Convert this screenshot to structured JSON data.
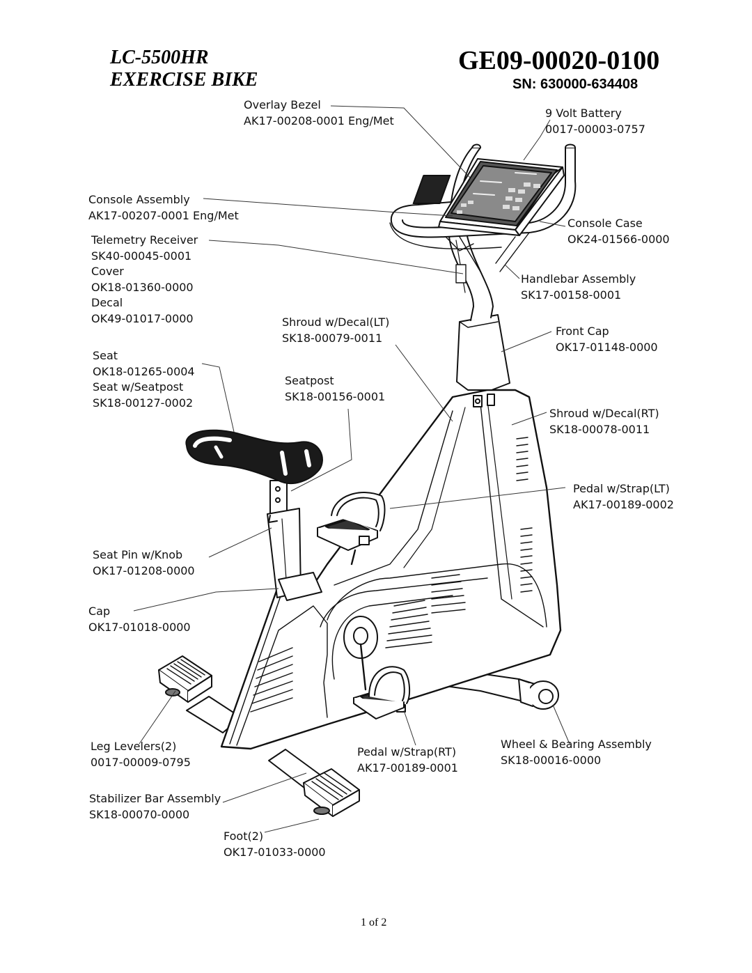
{
  "header": {
    "model": "LC-5500HR",
    "product": "EXERCISE BIKE",
    "doc_number": "GE09-00020-0100",
    "serial": "SN: 630000-634408"
  },
  "parts": {
    "overlay_bezel": {
      "name": "Overlay Bezel",
      "number": "AK17-00208-0001 Eng/Met"
    },
    "battery": {
      "name": "9 Volt Battery",
      "number": "0017-00003-0757"
    },
    "console_assembly": {
      "name": "Console Assembly",
      "number": "AK17-00207-0001 Eng/Met"
    },
    "telemetry_receiver": {
      "name": "Telemetry Receiver",
      "number": "SK40-00045-0001"
    },
    "cover": {
      "name": "Cover",
      "number": "OK18-01360-0000"
    },
    "decal": {
      "name": "Decal",
      "number": "OK49-01017-0000"
    },
    "console_case": {
      "name": "Console Case",
      "number": "OK24-01566-0000"
    },
    "handlebar_assembly": {
      "name": "Handlebar Assembly",
      "number": "SK17-00158-0001"
    },
    "shroud_lt": {
      "name": "Shroud w/Decal(LT)",
      "number": "SK18-00079-0011"
    },
    "front_cap": {
      "name": "Front Cap",
      "number": "OK17-01148-0000"
    },
    "seat": {
      "name": "Seat",
      "number": "OK18-01265-0004"
    },
    "seat_w_seatpost": {
      "name": "Seat w/Seatpost",
      "number": "SK18-00127-0002"
    },
    "seatpost": {
      "name": "Seatpost",
      "number": "SK18-00156-0001"
    },
    "shroud_rt": {
      "name": "Shroud w/Decal(RT)",
      "number": "SK18-00078-0011"
    },
    "pedal_lt": {
      "name": "Pedal w/Strap(LT)",
      "number": "AK17-00189-0002"
    },
    "seat_pin": {
      "name": "Seat Pin w/Knob",
      "number": "OK17-01208-0000"
    },
    "cap": {
      "name": "Cap",
      "number": "OK17-01018-0000"
    },
    "leg_levelers": {
      "name": "Leg Levelers(2)",
      "number": "0017-00009-0795"
    },
    "pedal_rt": {
      "name": "Pedal w/Strap(RT)",
      "number": "AK17-00189-0001"
    },
    "wheel_bearing": {
      "name": "Wheel & Bearing Assembly",
      "number": "SK18-00016-0000"
    },
    "stabilizer_bar": {
      "name": "Stabilizer Bar Assembly",
      "number": "SK18-00070-0000"
    },
    "foot": {
      "name": "Foot(2)",
      "number": "OK17-01033-0000"
    }
  },
  "footer": {
    "page": "1 of 2"
  }
}
